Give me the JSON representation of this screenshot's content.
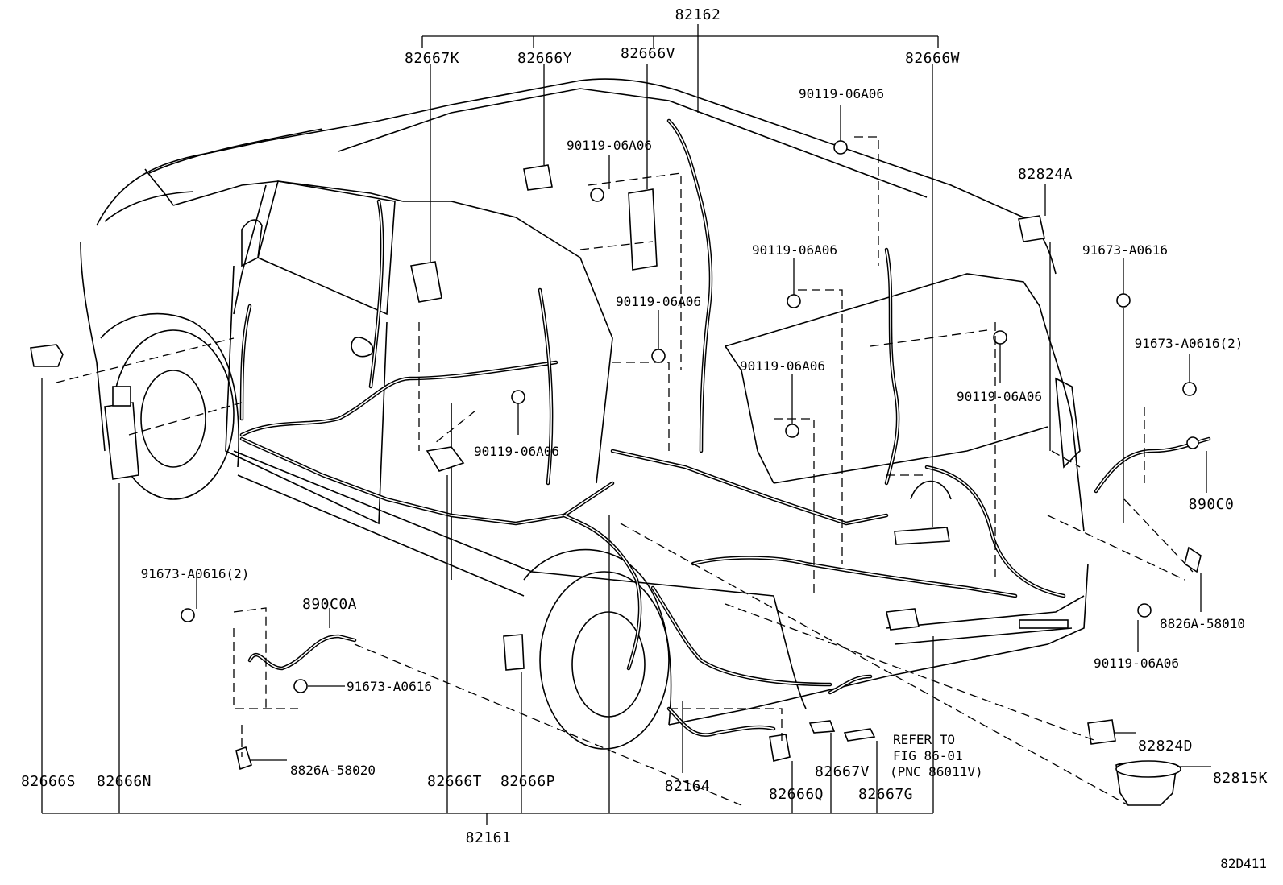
{
  "diagram": {
    "figure_id": "82D411",
    "labels": {
      "p82162": "82162",
      "p82667K": "82667K",
      "p82666Y": "82666Y",
      "p82666V": "82666V",
      "p82666W": "82666W",
      "b_top_right": "90119-06A06",
      "b_upper_mid": "90119-06A06",
      "b_mid_right": "90119-06A06",
      "b_center": "90119-06A06",
      "b_center_right": "90119-06A06",
      "b_rear": "90119-06A06",
      "b_floor": "90119-06A06",
      "b_rear_lower": "90119-06A06",
      "p82824A": "82824A",
      "s_91673_top": "91673-A0616",
      "s_91673_2_right": "91673-A0616(2)",
      "p890C0": "890C0",
      "p8826A_58010": "8826A-58010",
      "s_91673_2_left": "91673-A0616(2)",
      "p890C0A": "890C0A",
      "s_91673_left": "91673-A0616",
      "p8826A_58020": "8826A-58020",
      "p82824D": "82824D",
      "p82815K": "82815K",
      "p82666S": "82666S",
      "p82666N": "82666N",
      "p82666T": "82666T",
      "p82666P": "82666P",
      "p82164": "82164",
      "p82666Q": "82666Q",
      "p82667V": "82667V",
      "p82667G": "82667G",
      "p82161": "82161",
      "refer_line1": "REFER TO",
      "refer_line2": "FIG 86-01",
      "refer_line3": "(PNC 86011V)"
    }
  }
}
